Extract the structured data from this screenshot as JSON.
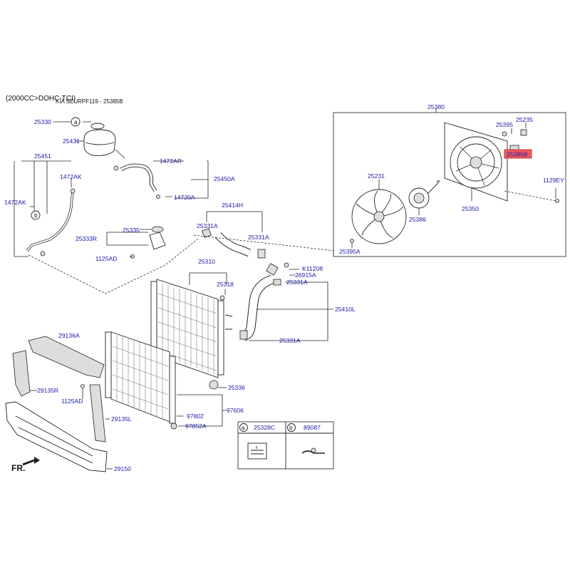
{
  "header": {
    "engine": "(2000CC>DOHC-TCI)",
    "model_ref": "KIA SEURPF119 - 25385B"
  },
  "highlight_color": "#f05a5a",
  "link_color": "#1a1aa8",
  "labels": {
    "p25330": "25330",
    "p25431": "25431",
    "p25451": "25451",
    "p1472AR": "1472AR",
    "p1472AK_top": "1472AK",
    "p25450A": "25450A",
    "p1472AK_left": "1472AK",
    "p14720A": "14720A",
    "p25414H": "25414H",
    "p25333R": "25333R",
    "p25335": "25335",
    "p25331A_1": "25331A",
    "p25331A_2": "25331A",
    "p1125AD_top": "1125AD",
    "p25310": "25310",
    "p25318": "25318",
    "pK11208": "K11208",
    "p26915A": "26915A",
    "p25331A_3": "25331A",
    "p25410L": "25410L",
    "p25331A_4": "25331A",
    "p29136A": "29136A",
    "p29135R": "29135R",
    "p1125AD_bot": "1125AD",
    "p29135L": "29135L",
    "p25336": "25336",
    "p97606": "97606",
    "p97802": "97802",
    "p97852A": "97852A",
    "p29150": "29150",
    "p25380": "25380",
    "p25235": "25235",
    "p25395": "25395",
    "p25385B": "25385B",
    "p25231": "25231",
    "p1129EY": "1129EY",
    "p25386": "25386",
    "p25350": "25350",
    "p25395A": "25395A",
    "callout_a": "a",
    "callout_b": "b",
    "legend_a": "a",
    "legend_a_part": "25328C",
    "legend_b": "b",
    "legend_b_part": "89087",
    "front_marker": "FR."
  }
}
